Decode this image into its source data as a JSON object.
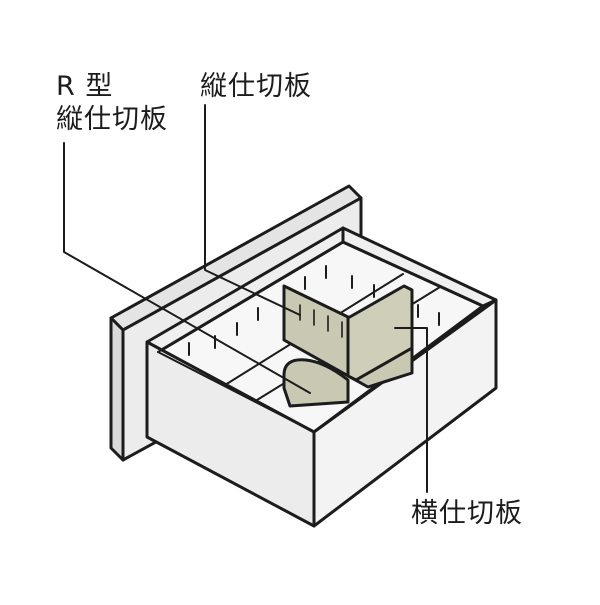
{
  "labels": {
    "r_type_line1": "R 型",
    "r_type_line2": "縦仕切板",
    "vertical_divider": "縦仕切板",
    "horizontal_divider": "横仕切板"
  },
  "colors": {
    "outline": "#1c1c1c",
    "panel_fill": "#ececec",
    "inner_fill": "#f7f7f7",
    "divider_fill": "#c9c8b3"
  }
}
